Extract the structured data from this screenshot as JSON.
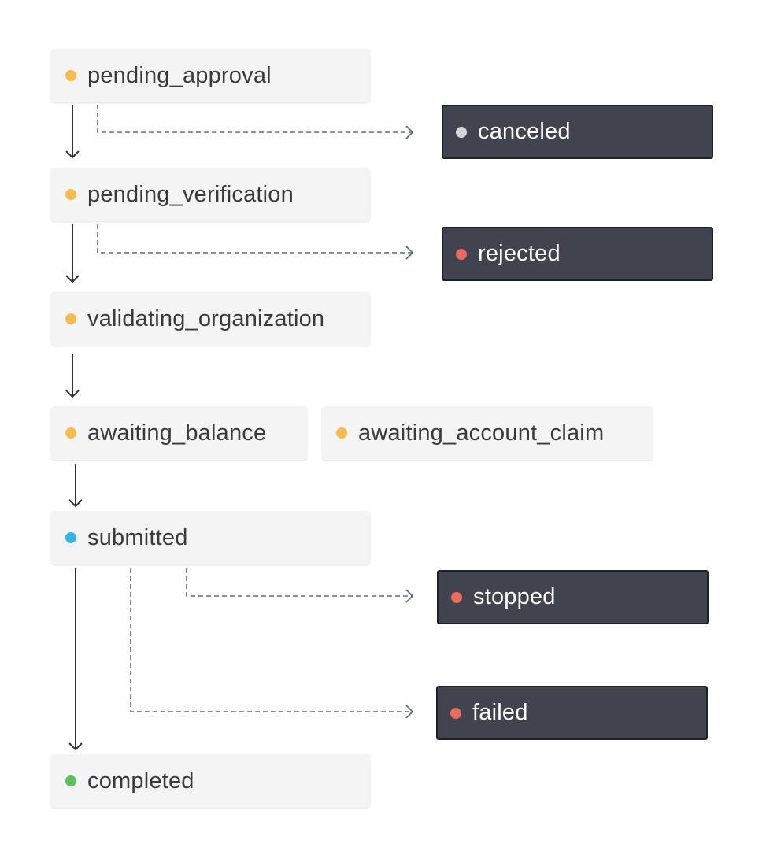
{
  "diagram": {
    "nodes": {
      "pending_approval": {
        "label": "pending_approval",
        "status_color": "#f4bd4e"
      },
      "pending_verification": {
        "label": "pending_verification",
        "status_color": "#f4bd4e"
      },
      "validating_organization": {
        "label": "validating_organization",
        "status_color": "#f4bd4e"
      },
      "awaiting_balance": {
        "label": "awaiting_balance",
        "status_color": "#f4bd4e"
      },
      "awaiting_account_claim": {
        "label": "awaiting_account_claim",
        "status_color": "#f4bd4e"
      },
      "submitted": {
        "label": "submitted",
        "status_color": "#36b4ea"
      },
      "completed": {
        "label": "completed",
        "status_color": "#5cc15c"
      },
      "canceled": {
        "label": "canceled",
        "status_color": "#d6d6d6"
      },
      "rejected": {
        "label": "rejected",
        "status_color": "#ec6a5e"
      },
      "stopped": {
        "label": "stopped",
        "status_color": "#ec6a5e"
      },
      "failed": {
        "label": "failed",
        "status_color": "#ec6a5e"
      }
    },
    "edges": [
      {
        "from": "pending_approval",
        "to": "pending_verification",
        "style": "solid"
      },
      {
        "from": "pending_approval",
        "to": "canceled",
        "style": "dashed"
      },
      {
        "from": "pending_verification",
        "to": "validating_organization",
        "style": "solid"
      },
      {
        "from": "pending_verification",
        "to": "rejected",
        "style": "dashed"
      },
      {
        "from": "validating_organization",
        "to": "awaiting_balance",
        "style": "solid"
      },
      {
        "from": "awaiting_balance",
        "to": "submitted",
        "style": "solid"
      },
      {
        "from": "submitted",
        "to": "stopped",
        "style": "dashed"
      },
      {
        "from": "submitted",
        "to": "failed",
        "style": "dashed"
      },
      {
        "from": "submitted",
        "to": "completed",
        "style": "solid"
      }
    ],
    "colors": {
      "solid_arrow": "#333333",
      "dashed_arrow": "#5f6b7a",
      "light_node_bg": "#f4f4f4",
      "dark_node_bg": "#41444f"
    }
  }
}
